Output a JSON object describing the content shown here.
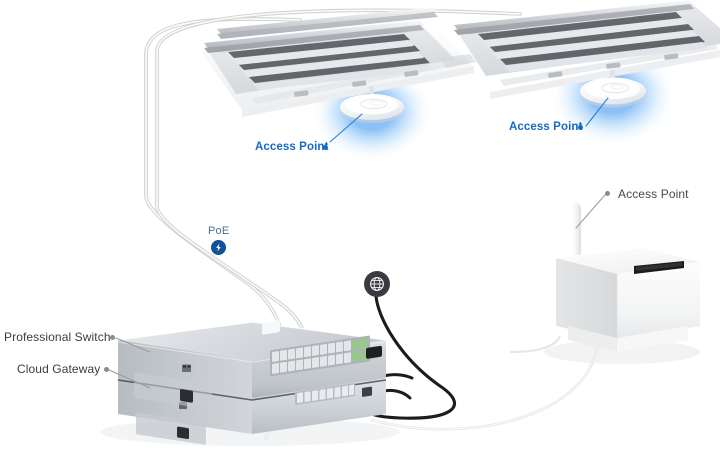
{
  "diagram": {
    "title": "Network topology: ceiling access points, PoE switch and cloud gateway",
    "background_color": "#ffffff"
  },
  "labels": {
    "access_point_left": "Access Point",
    "access_point_middle": "Access Point",
    "access_point_right": "Access Point",
    "professional_switch": "Professional Switch",
    "cloud_gateway": "Cloud Gateway",
    "poe": "PoE"
  },
  "colors": {
    "label_blue": "#1669c6",
    "label_dark": "#48484a",
    "poe_badge": "#12519c",
    "poe_text": "#4a6f93",
    "glow_blue": "#2f86e8",
    "cable_gray": "#dcdcdc",
    "cable_black": "#1c1c1c",
    "device_silver": "#c9ccd1",
    "device_white": "#f4f5f6",
    "port_green": "#7fbf6a",
    "globe": "#3a3a40"
  },
  "icons": {
    "poe_badge": "lightning-bolt-icon",
    "internet": "globe-icon",
    "ceiling_ap": "access-point-disc-icon",
    "antenna": "antenna-icon"
  },
  "devices": [
    {
      "name": "ceiling-access-point-left",
      "type": "access-point",
      "mount": "ceiling",
      "glow": true
    },
    {
      "name": "ceiling-access-point-right",
      "type": "access-point",
      "mount": "ceiling",
      "glow": true
    },
    {
      "name": "desk-access-point",
      "type": "access-point",
      "mount": "desk",
      "glow": false
    },
    {
      "name": "professional-switch",
      "type": "switch",
      "ports": 16
    },
    {
      "name": "cloud-gateway",
      "type": "gateway",
      "ports": 8
    }
  ],
  "connections": [
    {
      "from": "professional-switch",
      "to": "ceiling-access-point-left",
      "medium": "poe",
      "cable": "gray"
    },
    {
      "from": "professional-switch",
      "to": "ceiling-access-point-right",
      "medium": "poe",
      "cable": "gray"
    },
    {
      "from": "cloud-gateway",
      "to": "internet",
      "medium": "wan",
      "cable": "black"
    },
    {
      "from": "professional-switch",
      "to": "desk-access-point",
      "medium": "ethernet",
      "cable": "gray"
    }
  ]
}
